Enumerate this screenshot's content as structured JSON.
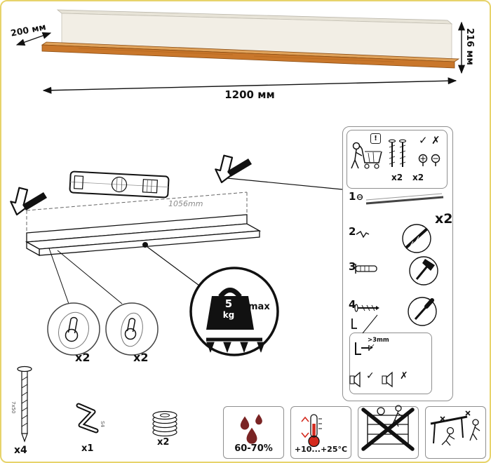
{
  "colors": {
    "accent_border": "#e7d36b",
    "wood": "#c9772b",
    "panel_cream": "#f2eee5",
    "drop_red": "#7a2424",
    "thermo_red": "#d42a1e"
  },
  "dimensions": {
    "depth": "200 мм",
    "width": "1200 мм",
    "height": "216 мм"
  },
  "mounting": {
    "hole_spacing": "1056mm",
    "keyhole_a_count": "x2",
    "keyhole_b_count": "x2"
  },
  "load_limit": {
    "value": "5",
    "unit": "kg",
    "label": "max"
  },
  "hardware": {
    "screw_count": "x4",
    "screw_size": "7x50",
    "key_count": "x1",
    "key_size": "S4",
    "washer_count": "x2"
  },
  "panel": {
    "warning": {
      "exclamation": "!",
      "check": "✓",
      "cross": "✗",
      "screws_count": "x2",
      "heads_count": "x2"
    },
    "steps": [
      {
        "num": "1"
      },
      {
        "num": "2"
      },
      {
        "num": "3"
      },
      {
        "num": "4"
      }
    ],
    "set_count": "x2",
    "detail": {
      "gap_note": ">3mm",
      "check": "✓",
      "cross": "✗"
    }
  },
  "conditions": {
    "humidity": "60-70%",
    "temperature": "+10...+25°C"
  }
}
